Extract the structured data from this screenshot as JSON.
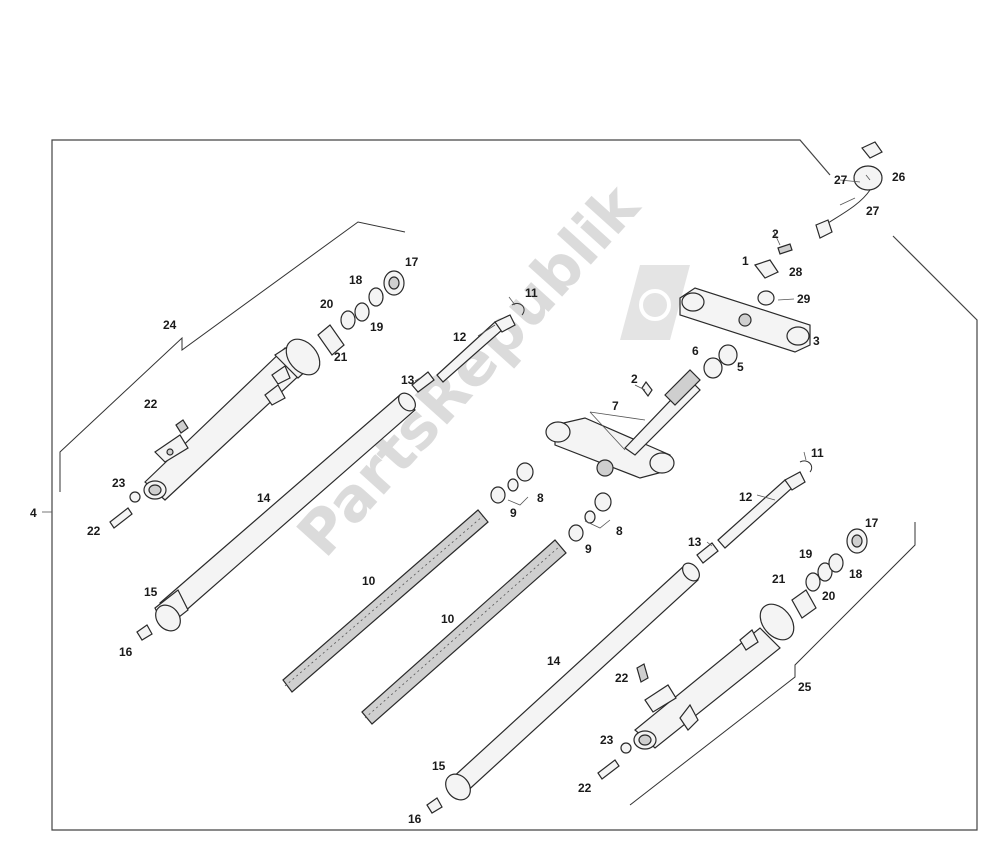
{
  "watermark": "PartsRepublik",
  "callouts": {
    "c1": "1",
    "c2a": "2",
    "c2b": "2",
    "c3": "3",
    "c4": "4",
    "c5": "5",
    "c6": "6",
    "c7": "7",
    "c8a": "8",
    "c8b": "8",
    "c9a": "9",
    "c9b": "9",
    "c10a": "10",
    "c10b": "10",
    "c11a": "11",
    "c11b": "11",
    "c12a": "12",
    "c12b": "12",
    "c13a": "13",
    "c13b": "13",
    "c14a": "14",
    "c14b": "14",
    "c15a": "15",
    "c15b": "15",
    "c16a": "16",
    "c16b": "16",
    "c17a": "17",
    "c17b": "17",
    "c18a": "18",
    "c18b": "18",
    "c19a": "19",
    "c19b": "19",
    "c20a": "20",
    "c20b": "20",
    "c21a": "21",
    "c21b": "21",
    "c22a": "22",
    "c22b": "22",
    "c22c": "22",
    "c22d": "22",
    "c23a": "23",
    "c23b": "23",
    "c24": "24",
    "c25": "25",
    "c26": "26",
    "c27a": "27",
    "c27b": "27",
    "c28": "28",
    "c29": "29"
  }
}
